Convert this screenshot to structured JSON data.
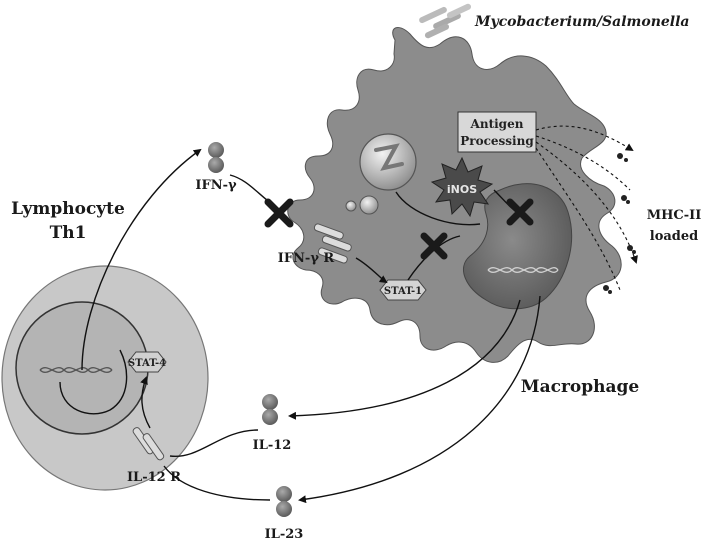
{
  "labels": {
    "bacteria": "Mycobacterium/Salmonella",
    "antigen_line1": "Antigen",
    "antigen_line2": "Processing",
    "inos": "iNOS",
    "mhc_line1": "MHC-II",
    "mhc_line2": "loaded",
    "macrophage": "Macrophage",
    "lymph_line1": "Lymphocyte",
    "lymph_line2": "Th1",
    "ifng": "IFN-γ",
    "ifngr": "IFN-γ R",
    "stat1": "STAT-1",
    "stat4": "STAT-4",
    "il12": "IL-12",
    "il12r": "IL-12 R",
    "il23": "IL-23"
  },
  "colors": {
    "macrophage_fill": "#8c8c8c",
    "nucleus_fill": "#6a6a6a",
    "lymph_outer": "#c8c8c8",
    "lymph_inner": "#b4b4b4",
    "cytokine": "#777777",
    "block_x": "#1a1a1a"
  }
}
